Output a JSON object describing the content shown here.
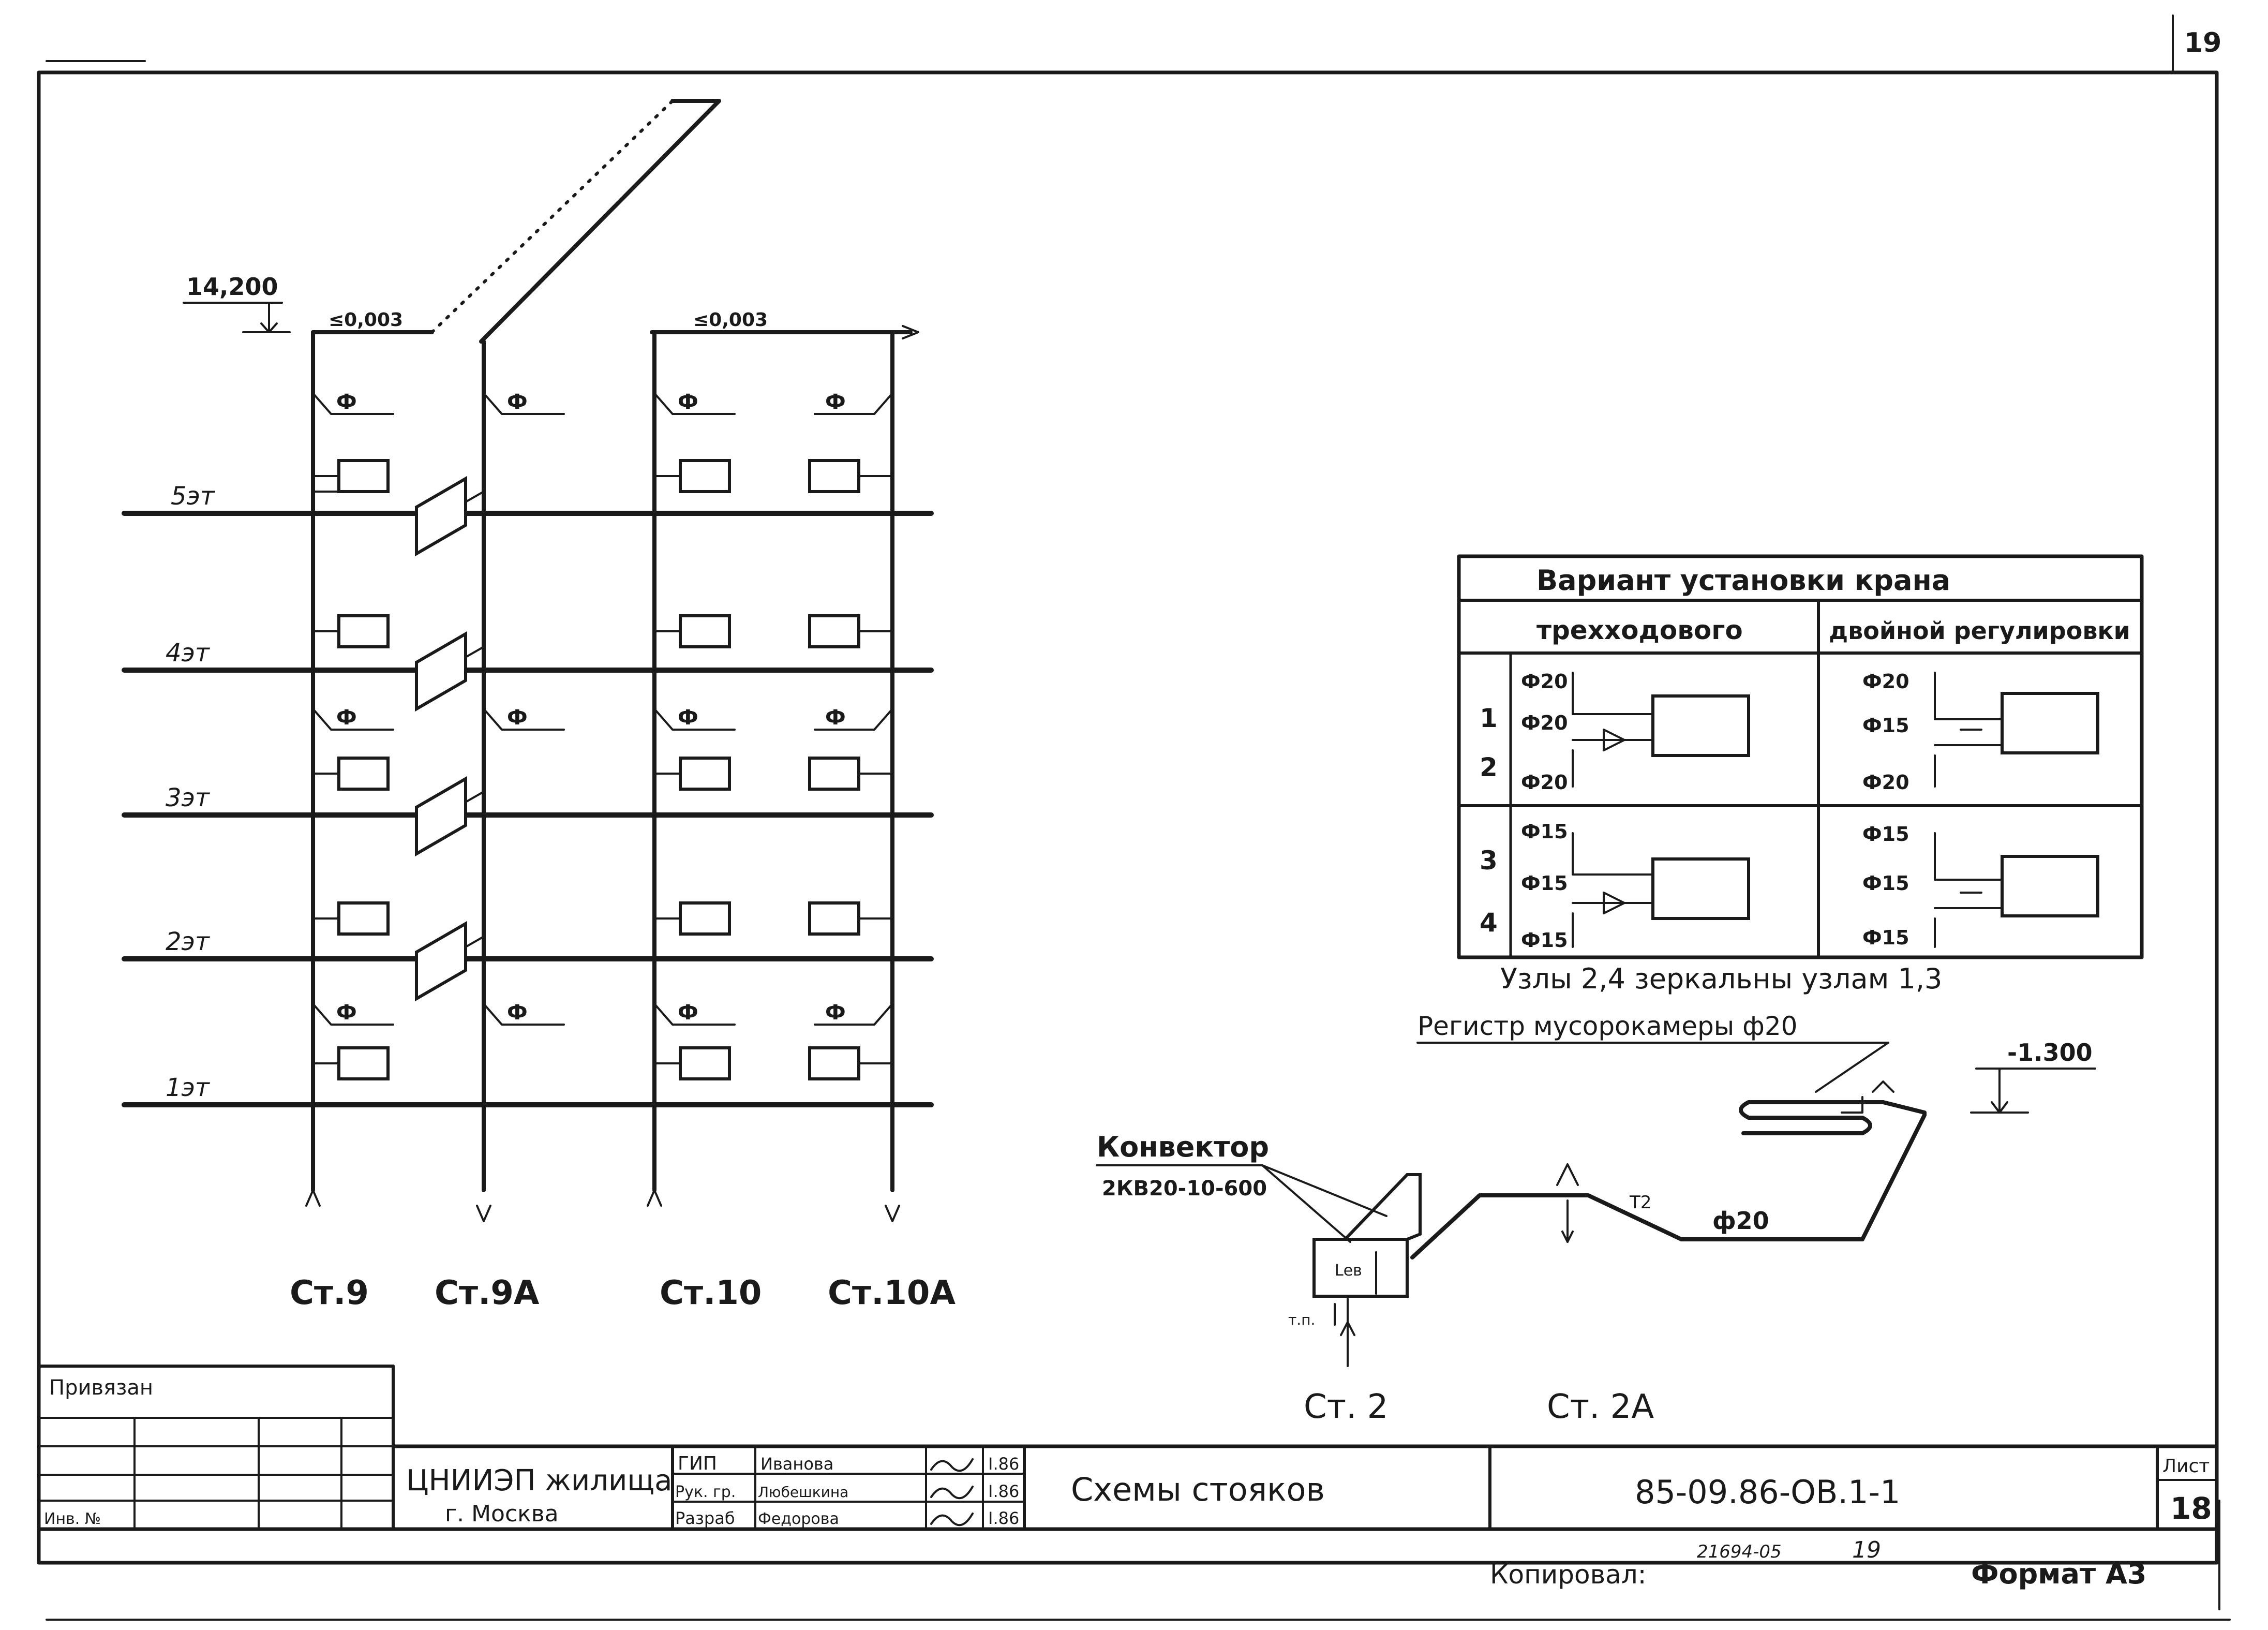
{
  "sheet_corner_number": "19",
  "elevation_top": "14,200",
  "slope_left": "≤0,003",
  "slope_right": "≤0,003",
  "floors": [
    "5эт",
    "4эт",
    "3эт",
    "2эт",
    "1эт"
  ],
  "phi_symbol": "Ф",
  "risers": [
    "Ст.9",
    "Ст.9А",
    "Ст.10",
    "Ст.10А"
  ],
  "crane_table": {
    "title": "Вариант установки крана",
    "col_1": "трехходового",
    "col_2": "двойной регулировки",
    "row_1_nums": [
      "1",
      "2"
    ],
    "row_2_nums": [
      "3",
      "4"
    ],
    "r1_left": [
      "Ф20",
      "Ф20",
      "Ф20"
    ],
    "r1_right": [
      "Ф20",
      "Ф15",
      "Ф20"
    ],
    "r2_left": [
      "Ф15",
      "Ф15",
      "Ф15"
    ],
    "r2_right": [
      "Ф15",
      "Ф15",
      "Ф15"
    ],
    "note": "Узлы 2,4 зеркальны узлам 1,3"
  },
  "register_label": "Регистр мусорокамеры ф20",
  "elevation_bottom": "-1.300",
  "convector_label": "Конвектор",
  "convector_model": "2КВ20-10-600",
  "pipe_t2": "Т2",
  "pipe_d20": "ф20",
  "tp_label": "т.п.",
  "lev_label": "Lев",
  "risers_bottom": [
    "Ст. 2",
    "Ст. 2А"
  ],
  "title_block": {
    "privyazan": "Привязан",
    "inv_no": "Инв. №",
    "org": "ЦНИИЭП жилища",
    "city": "г. Москва",
    "roles": [
      "ГИП",
      "Рук. гр.",
      "Разраб"
    ],
    "names": [
      "Иванова",
      "Любешкина",
      "Федорова"
    ],
    "dates": [
      "I.86",
      "I.86",
      "I.86"
    ],
    "sheet_title": "Схемы стояков",
    "doc_code": "85-09.86-ОВ.1-1",
    "list_label": "Лист",
    "list_no": "18",
    "copied": "Копировал:",
    "copy_code": "21694-05",
    "copy_no": "19",
    "format": "Формат А3"
  }
}
